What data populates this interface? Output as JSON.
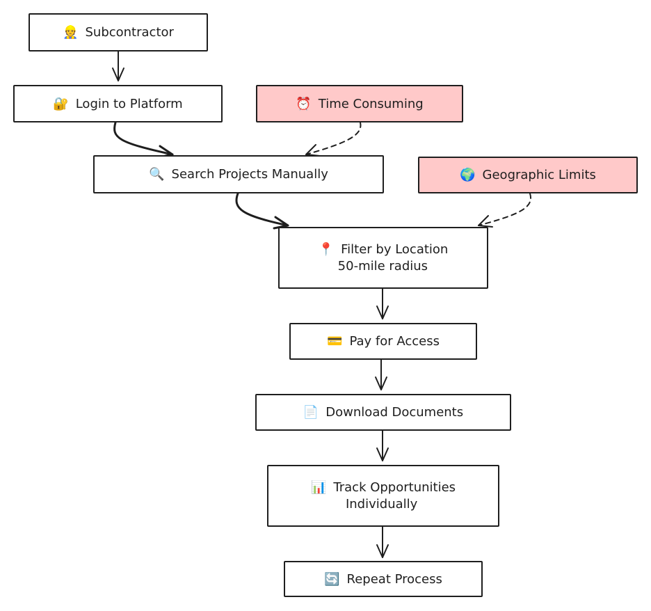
{
  "nodes": {
    "subcontractor": {
      "icon": "construction-worker-icon",
      "emoji": "👷",
      "label": "Subcontractor"
    },
    "login": {
      "icon": "lock-with-key-icon",
      "emoji": "🔐",
      "label": "Login to Platform"
    },
    "time_consuming": {
      "icon": "alarm-clock-icon",
      "emoji": "⏰",
      "label": "Time Consuming"
    },
    "search": {
      "icon": "magnifier-icon",
      "emoji": "🔍",
      "label": "Search Projects Manually"
    },
    "geographic": {
      "icon": "globe-icon",
      "emoji": "🌍",
      "label": "Geographic Limits"
    },
    "filter": {
      "icon": "pin-icon",
      "emoji": "📍",
      "label": "Filter by Location",
      "label2": "50-mile radius"
    },
    "pay": {
      "icon": "credit-card-icon",
      "emoji": "💳",
      "label": "Pay for Access"
    },
    "download": {
      "icon": "document-icon",
      "emoji": "📄",
      "label": "Download Documents"
    },
    "track": {
      "icon": "bar-chart-icon",
      "emoji": "📊",
      "label": "Track Opportunities",
      "label2": "Individually"
    },
    "repeat": {
      "icon": "repeat-icon",
      "emoji": "🔄",
      "label": "Repeat Process"
    }
  },
  "colors": {
    "stroke": "#1e1e1e",
    "pain_fill": "#ffc9c9",
    "fill": "#ffffff"
  },
  "edges": [
    {
      "from": "subcontractor",
      "to": "login",
      "style": "solid"
    },
    {
      "from": "login",
      "to": "search",
      "style": "solid"
    },
    {
      "from": "time_consuming",
      "to": "search",
      "style": "dashed"
    },
    {
      "from": "search",
      "to": "filter",
      "style": "solid"
    },
    {
      "from": "geographic",
      "to": "filter",
      "style": "dashed"
    },
    {
      "from": "filter",
      "to": "pay",
      "style": "solid"
    },
    {
      "from": "pay",
      "to": "download",
      "style": "solid"
    },
    {
      "from": "download",
      "to": "track",
      "style": "solid"
    },
    {
      "from": "track",
      "to": "repeat",
      "style": "solid"
    }
  ]
}
